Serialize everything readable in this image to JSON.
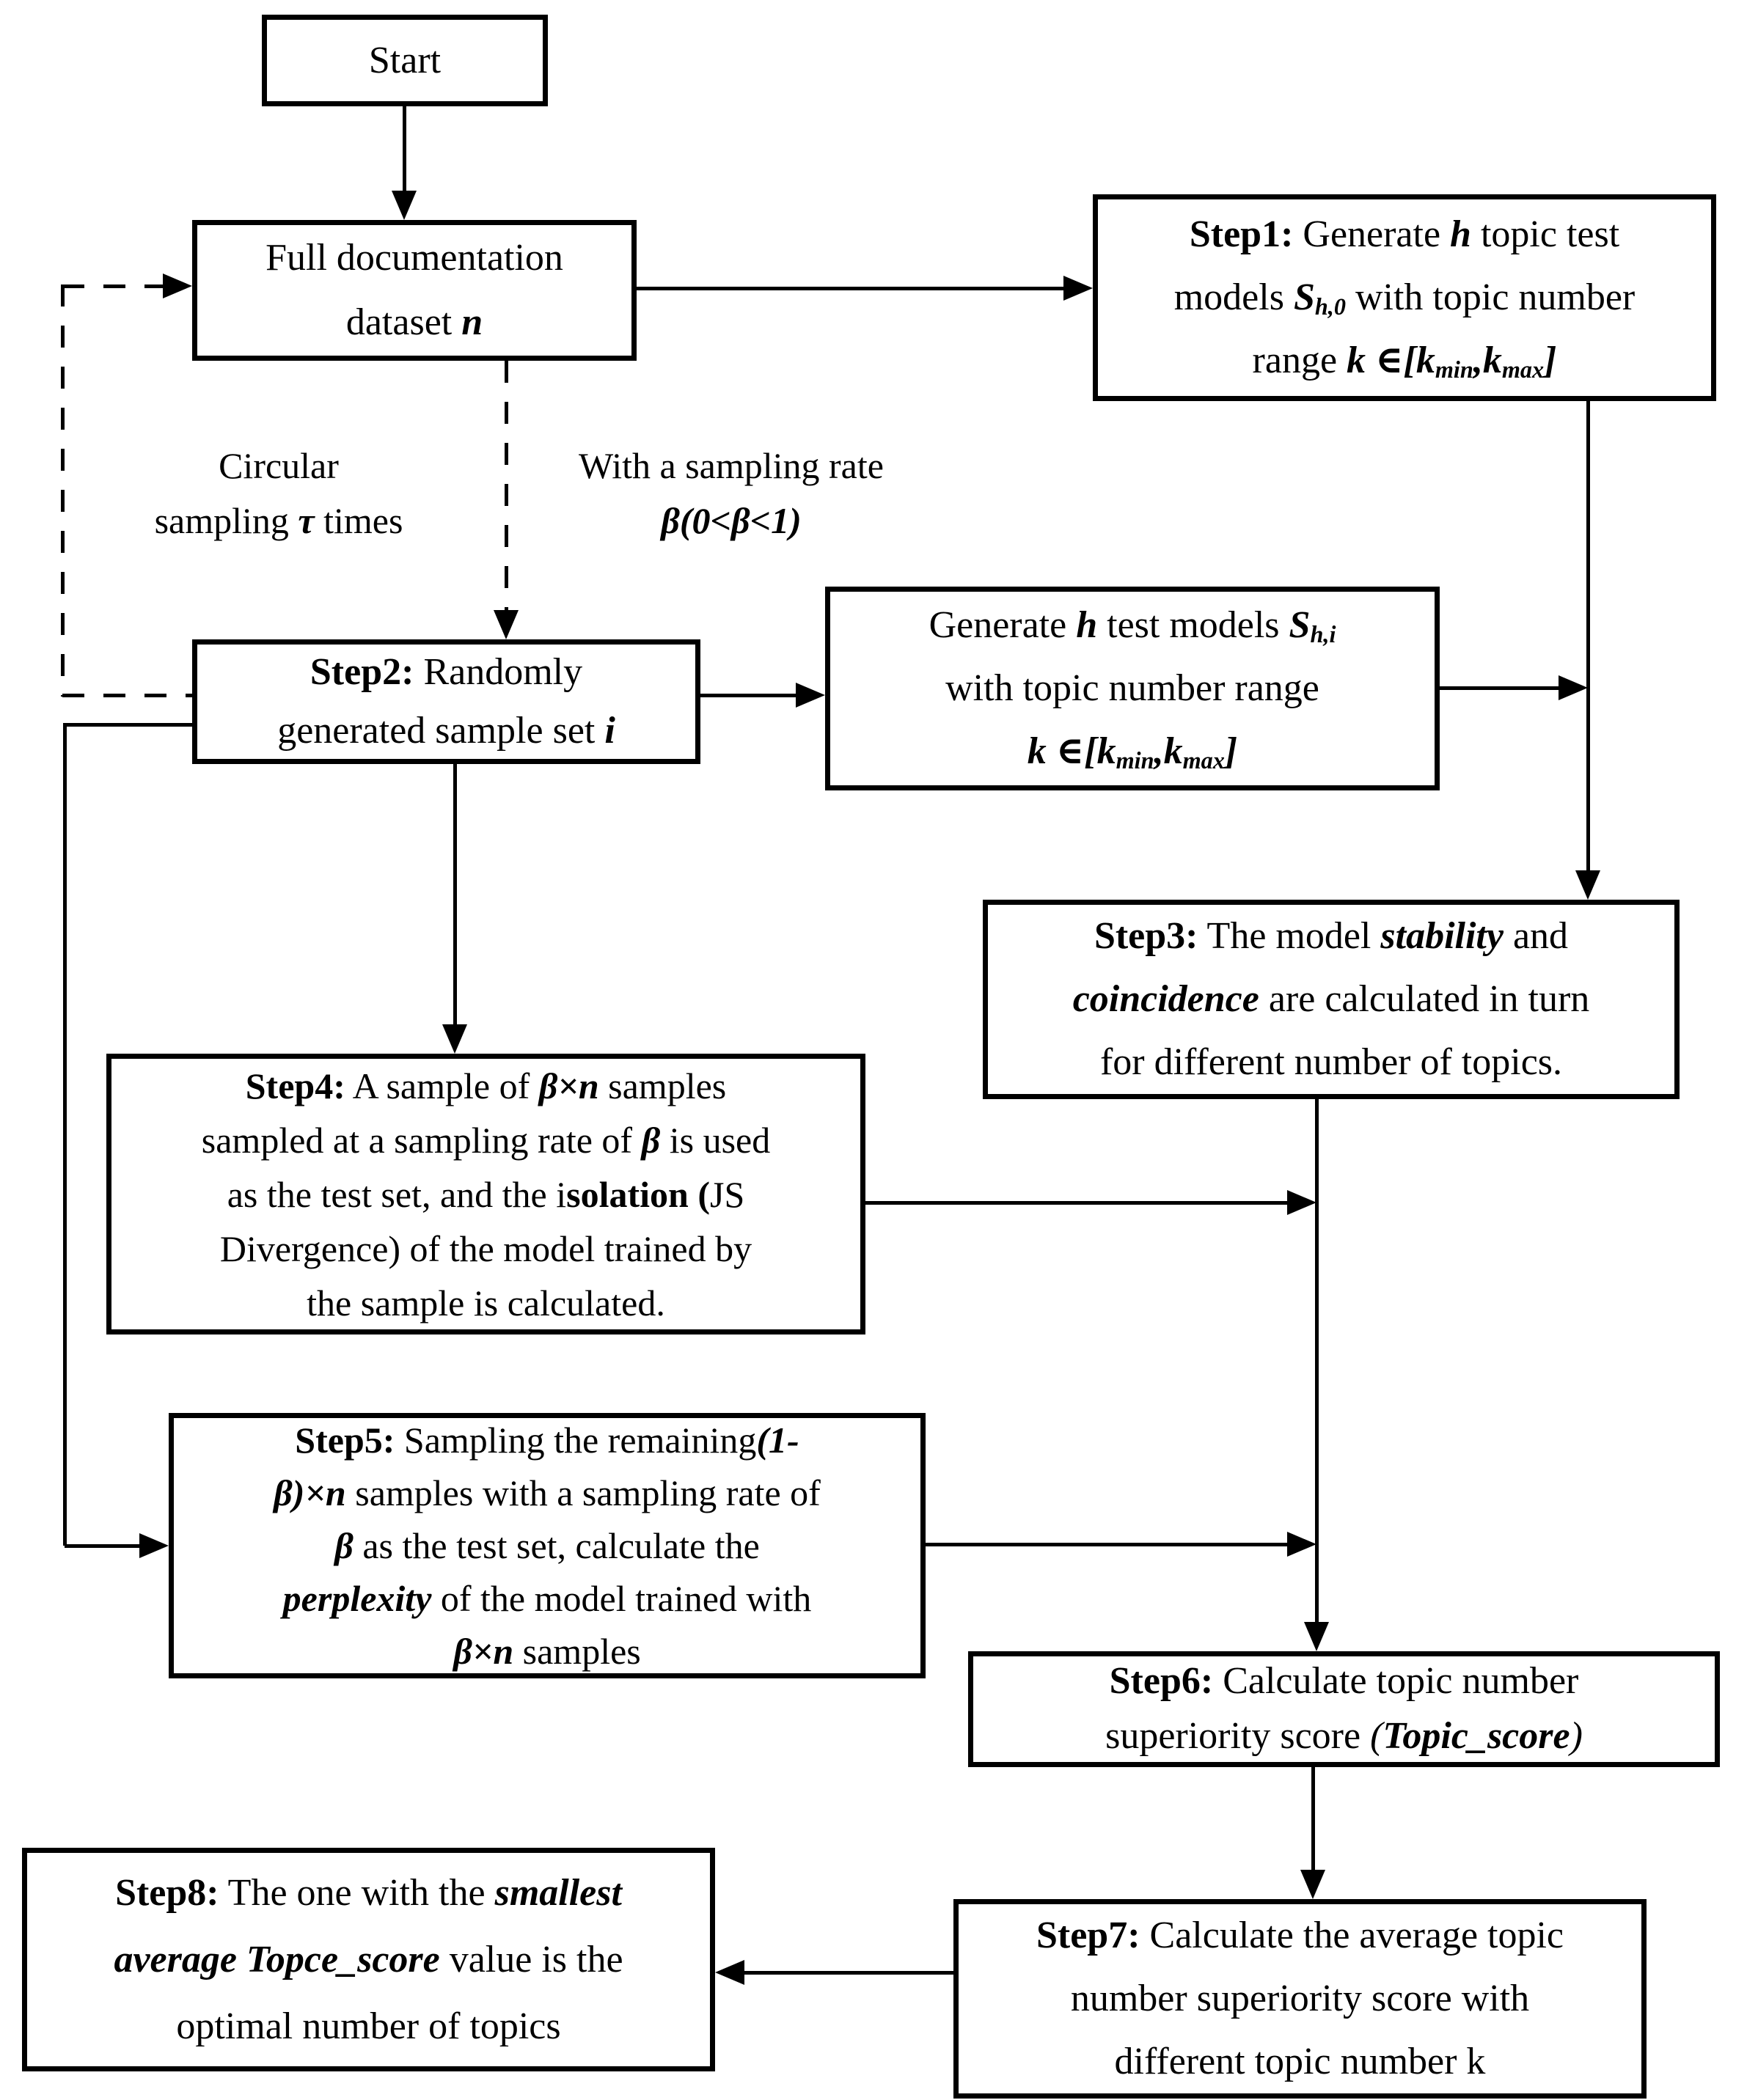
{
  "colors": {
    "line": "#000000",
    "border": "#000000",
    "text": "#000000",
    "background": "#ffffff"
  },
  "nodes": {
    "start": {
      "segments": [
        {
          "t": "Start"
        }
      ]
    },
    "full_dataset": {
      "segments": [
        {
          "t": "Full documentation"
        },
        {
          "br": true
        },
        {
          "t": "dataset "
        },
        {
          "t": "n",
          "s": "bi"
        }
      ]
    },
    "step1": {
      "segments": [
        {
          "t": "Step1:",
          "s": "b"
        },
        {
          "t": " Generate "
        },
        {
          "t": "h",
          "s": "bi"
        },
        {
          "t": " topic test"
        },
        {
          "br": true
        },
        {
          "t": "models "
        },
        {
          "t": "S",
          "s": "bi"
        },
        {
          "t": "h,0",
          "s": "bisub"
        },
        {
          "t": " with topic number"
        },
        {
          "br": true
        },
        {
          "t": "range "
        },
        {
          "t": "k ∈[k",
          "s": "bi"
        },
        {
          "t": "min",
          "s": "bisub"
        },
        {
          "t": ",k",
          "s": "bi"
        },
        {
          "t": "max",
          "s": "bisub"
        },
        {
          "t": "]",
          "s": "bi"
        }
      ]
    },
    "step2": {
      "segments": [
        {
          "t": "Step2:",
          "s": "b"
        },
        {
          "t": " Randomly"
        },
        {
          "br": true
        },
        {
          "t": "generated sample set "
        },
        {
          "t": "i",
          "s": "bi"
        }
      ]
    },
    "generate_models": {
      "segments": [
        {
          "t": "Generate "
        },
        {
          "t": "h",
          "s": "bi"
        },
        {
          "t": " test models "
        },
        {
          "t": "S",
          "s": "bi"
        },
        {
          "t": "h,i",
          "s": "bisub"
        },
        {
          "br": true
        },
        {
          "t": "with topic number range"
        },
        {
          "br": true
        },
        {
          "t": "k ∈[k",
          "s": "bi"
        },
        {
          "t": "min",
          "s": "bisub"
        },
        {
          "t": ",k",
          "s": "bi"
        },
        {
          "t": "max",
          "s": "bisub"
        },
        {
          "t": "]",
          "s": "bi"
        }
      ]
    },
    "step3": {
      "segments": [
        {
          "t": "Step3:",
          "s": "b"
        },
        {
          "t": " The model "
        },
        {
          "t": "stability",
          "s": "bi"
        },
        {
          "t": " and"
        },
        {
          "br": true
        },
        {
          "t": "coincidence",
          "s": "bi"
        },
        {
          "t": " are calculated in turn"
        },
        {
          "br": true
        },
        {
          "t": "for different number of topics."
        }
      ]
    },
    "step4": {
      "segments": [
        {
          "t": "Step4:",
          "s": "b"
        },
        {
          "t": " A sample of "
        },
        {
          "t": "β×n",
          "s": "bi"
        },
        {
          "t": " samples"
        },
        {
          "br": true
        },
        {
          "t": "sampled at a sampling rate of "
        },
        {
          "t": "β",
          "s": "bi"
        },
        {
          "t": " is used"
        },
        {
          "br": true
        },
        {
          "t": "as the test set, and the i"
        },
        {
          "t": "solation (",
          "s": "b"
        },
        {
          "t": "JS"
        },
        {
          "br": true
        },
        {
          "t": "Divergence) of the model trained by"
        },
        {
          "br": true
        },
        {
          "t": "the sample is calculated."
        }
      ]
    },
    "step5": {
      "segments": [
        {
          "t": "Step5:",
          "s": "b"
        },
        {
          "t": " Sampling the remaining"
        },
        {
          "t": "(1-",
          "s": "bi"
        },
        {
          "br": true
        },
        {
          "t": "β)×n",
          "s": "bi"
        },
        {
          "t": " samples with a sampling rate of"
        },
        {
          "br": true
        },
        {
          "t": "β",
          "s": "bi"
        },
        {
          "t": " as the test set, calculate the"
        },
        {
          "br": true
        },
        {
          "t": "perplexity",
          "s": "bi"
        },
        {
          "t": " of the model trained with"
        },
        {
          "br": true
        },
        {
          "t": "β×n",
          "s": "bi"
        },
        {
          "t": " samples"
        }
      ]
    },
    "step6": {
      "segments": [
        {
          "t": "Step6:",
          "s": "b"
        },
        {
          "t": " Calculate topic number"
        },
        {
          "br": true
        },
        {
          "t": "superiority score "
        },
        {
          "t": "(",
          "s": "i"
        },
        {
          "t": "Topic_score",
          "s": "bi"
        },
        {
          "t": ")",
          "s": "i"
        }
      ]
    },
    "step7": {
      "segments": [
        {
          "t": "Step7:",
          "s": "b"
        },
        {
          "t": " Calculate the average topic"
        },
        {
          "br": true
        },
        {
          "t": "number superiority score with"
        },
        {
          "br": true
        },
        {
          "t": "different topic number k"
        }
      ]
    },
    "step8": {
      "segments": [
        {
          "t": "Step8:",
          "s": "b"
        },
        {
          "t": " The one with the "
        },
        {
          "t": "smallest",
          "s": "bi"
        },
        {
          "br": true
        },
        {
          "t": "average Topce_score",
          "s": "bi"
        },
        {
          "t": " value is the"
        },
        {
          "br": true
        },
        {
          "t": "optimal number of topics"
        }
      ]
    }
  },
  "labels": {
    "circular_sampling": {
      "segments": [
        {
          "t": "Circular"
        },
        {
          "br": true
        },
        {
          "t": "sampling "
        },
        {
          "t": "τ",
          "s": "bi"
        },
        {
          "t": " times"
        }
      ]
    },
    "sampling_rate": {
      "segments": [
        {
          "t": "With a sampling rate"
        },
        {
          "br": true
        },
        {
          "t": "β(0<β<1)",
          "s": "bi"
        }
      ]
    }
  }
}
